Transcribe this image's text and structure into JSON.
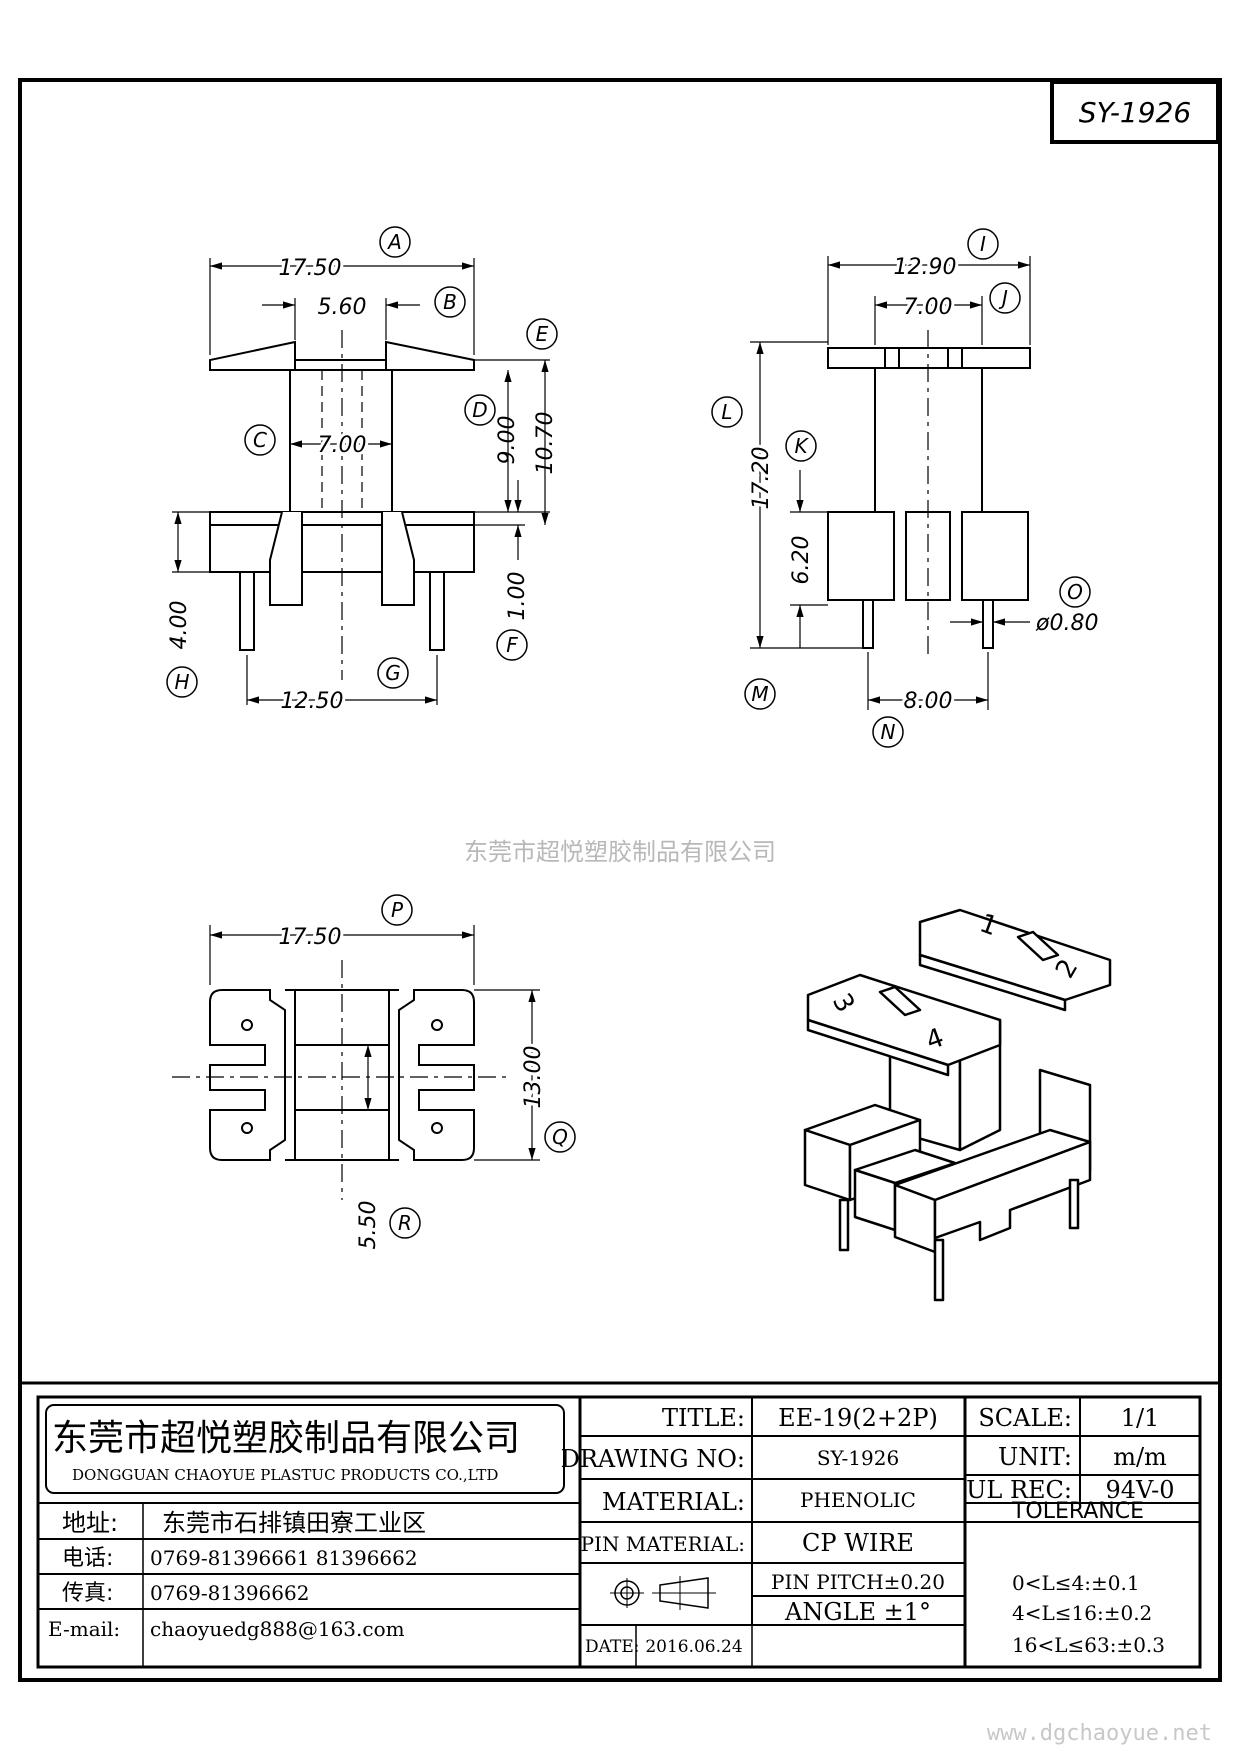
{
  "drawing_code": "SY-1926",
  "watermark": "东莞市超悦塑胶制品有限公司",
  "website": "www.dgchaoyue.net",
  "views": {
    "front": {
      "dims": {
        "A": "17.50",
        "B": "5.60",
        "C": "7.00",
        "D": "9.00",
        "E": "10.70",
        "F": "1.00",
        "G": "12.50",
        "H": "4.00"
      },
      "labels": [
        "A",
        "B",
        "C",
        "D",
        "E",
        "F",
        "G",
        "H"
      ]
    },
    "side": {
      "dims": {
        "I": "12.90",
        "J": "7.00",
        "L": "17.20",
        "K": "6.20",
        "O": "ø0.80",
        "N": "8.00"
      },
      "labels": [
        "I",
        "J",
        "K",
        "L",
        "M",
        "N",
        "O"
      ]
    },
    "bottom": {
      "dims": {
        "P": "17.50",
        "Q": "13.00",
        "R": "5.50"
      },
      "labels": [
        "P",
        "Q",
        "R"
      ]
    },
    "iso": {
      "pin_numbers": [
        "1",
        "2",
        "3",
        "4"
      ]
    }
  },
  "title_block": {
    "company_cn": "东莞市超悦塑胶制品有限公司",
    "company_en": "DONGGUAN CHAOYUE PLASTUC PRODUCTS CO.,LTD",
    "address_label": "地址:",
    "address": "东莞市石排镇田寮工业区",
    "phone_label": "电话:",
    "phone": "0769-81396661   81396662",
    "fax_label": "传真:",
    "fax": "0769-81396662",
    "email_label": "E-mail:",
    "email": "chaoyuedg888@163.com",
    "title_label": "TITLE:",
    "title_value": "EE-19(2+2P)",
    "drawing_no_label": "DRAWING NO:",
    "drawing_no_value": "SY-1926",
    "material_label": "MATERIAL:",
    "material_value": "PHENOLIC",
    "pin_material_label": "PIN MATERIAL:",
    "pin_material_value": "CP WIRE",
    "pin_pitch": "PIN PITCH±0.20",
    "angle": "ANGLE  ±1°",
    "date_label": "DATE:",
    "date_value": "2016.06.24",
    "scale_label": "SCALE:",
    "scale_value": "1/1",
    "unit_label": "UNIT:",
    "unit_value": "m/m",
    "ul_label": "UL REC:",
    "ul_value": "94V-0",
    "tolerance_label": "TOLERANCE",
    "tolerances": [
      "0<L≤4:±0.1",
      "4<L≤16:±0.2",
      "16<L≤63:±0.3"
    ]
  }
}
